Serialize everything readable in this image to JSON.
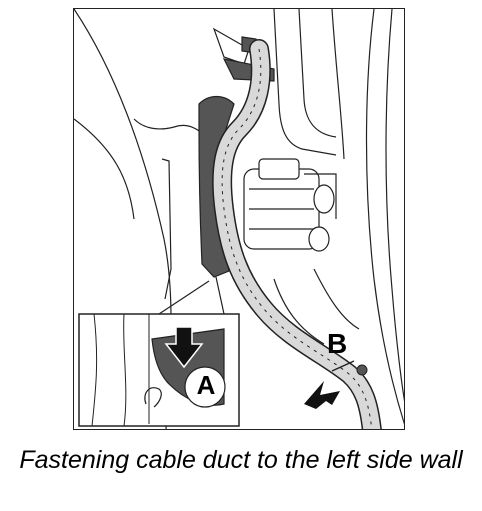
{
  "figure": {
    "callouts": {
      "a": "A",
      "b": "B"
    },
    "caption": "Fastening cable duct to the left side wall"
  },
  "colors": {
    "line": "#222222",
    "duct_fill": "#555555",
    "harness_fill": "#d9d9d9",
    "arrow_fill": "#111111"
  }
}
